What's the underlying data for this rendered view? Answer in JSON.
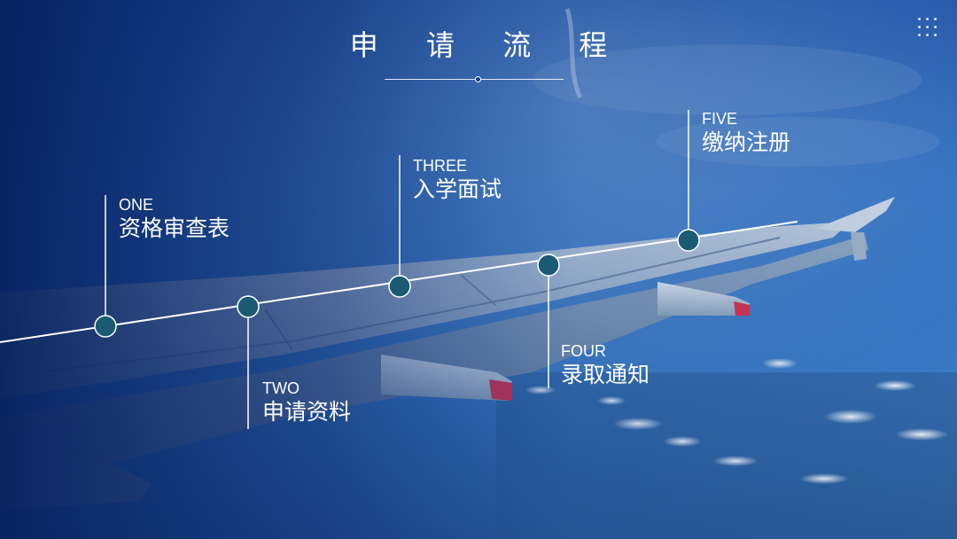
{
  "title": "申 请 流 程",
  "icons": {
    "menu": "grid-dots-icon"
  },
  "colors": {
    "background_left": "#0a2a6e",
    "sky": "#2f6fc0",
    "node_fill": "#1a5b73",
    "timeline": "#ffffff",
    "engine_tip": "#d8324e"
  },
  "steps": [
    {
      "en": "ONE",
      "cn": "资格审查表"
    },
    {
      "en": "TWO",
      "cn": "申请资料"
    },
    {
      "en": "THREE",
      "cn": "入学面试"
    },
    {
      "en": "FOUR",
      "cn": "录取通知"
    },
    {
      "en": "FIVE",
      "cn": "缴纳注册"
    }
  ]
}
